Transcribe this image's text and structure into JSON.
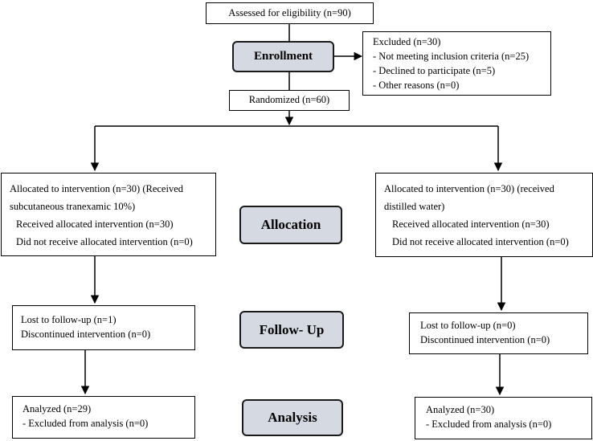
{
  "assessed": "Assessed for eligibility (n=90)",
  "stages": {
    "enrollment": "Enrollment",
    "allocation": "Allocation",
    "followup": "Follow- Up",
    "analysis": "Analysis"
  },
  "excluded": {
    "title": "Excluded (n=30)",
    "items": [
      "- Not meeting inclusion criteria (n=25)",
      "- Declined to participate (n=5)",
      "- Other reasons (n=0)"
    ]
  },
  "randomized": "Randomized (n=60)",
  "left": {
    "allocation": {
      "line1": "Allocated to intervention (n=30) (Received",
      "line2": "subcutaneous tranexamic 10%)",
      "line3": "Received allocated intervention (n=30)",
      "line4": "Did not receive allocated intervention (n=0)"
    },
    "followup": {
      "line1": "Lost to follow-up (n=1)",
      "line2": "Discontinued intervention (n=0)"
    },
    "analysis": {
      "line1": "Analyzed (n=29)",
      "line2": "- Excluded from analysis (n=0)"
    }
  },
  "right": {
    "allocation": {
      "line1": "Allocated to intervention (n=30) (received",
      "line2": "distilled water)",
      "line3": "Received allocated intervention (n=30)",
      "line4": "Did not receive allocated intervention (n=0)"
    },
    "followup": {
      "line1": "Lost to follow-up (n=0)",
      "line2": "Discontinued intervention (n=0)"
    },
    "analysis": {
      "line1": "Analyzed (n=30)",
      "line2": "- Excluded from analysis (n=0)"
    }
  }
}
